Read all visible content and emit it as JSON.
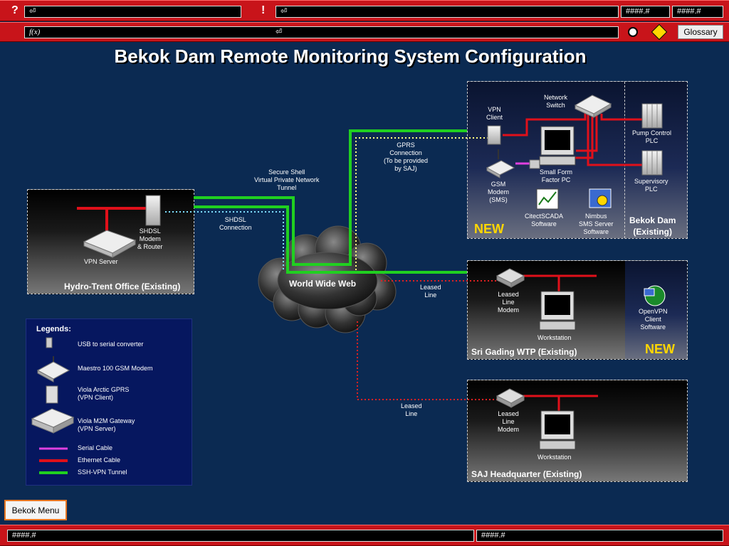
{
  "top_bar": {
    "help_glyph": "?",
    "alarm_glyph": "!",
    "field_left": "⏎",
    "field_center": "⏎",
    "readout_1": "####.#",
    "readout_2": "####.#"
  },
  "second_bar": {
    "fx_label": "f(x)",
    "field_text": "⏎",
    "glossary_label": "Glossary"
  },
  "title": "Bekok Dam Remote Monitoring System Configuration",
  "panels": {
    "hydro": {
      "title": "Hydro-Trent Office (Existing)",
      "vpn_server": "VPN Server",
      "shdsl": "SHDSL\nModem\n& Router"
    },
    "bekok": {
      "title": "Bekok Dam\n(Existing)",
      "new_badge": "NEW",
      "network_switch": "Network\nSwitch",
      "vpn_client": "VPN\nClient",
      "gsm": "GSM\nModem\n(SMS)",
      "pc": "Small Form\nFactor PC",
      "citect": "CitectSCADA\nSoftware",
      "nimbus": "Nimbus\nSMS Server\nSoftware",
      "pump_plc": "Pump Control\nPLC",
      "sup_plc": "Supervisory\nPLC"
    },
    "sri": {
      "title": "Sri Gading WTP (Existing)",
      "new_badge": "NEW",
      "modem": "Leased\nLine\nModem",
      "workstation": "Workstation",
      "openvpn": "OpenVPN\nClient\nSoftware"
    },
    "saj": {
      "title": "SAJ Headquarter (Existing)",
      "modem": "Leased\nLine\nModem",
      "workstation": "Workstation"
    }
  },
  "cloud_label": "World Wide Web",
  "link_labels": {
    "ssh": "Secure Shell\nVirtual Private Network\nTunnel",
    "shdsl": "SHDSL\nConnection",
    "gprs": "GPRS\nConnection\n(To be provided\nby SAJ)",
    "leased1": "Leased\nLine",
    "leased2": "Leased\nLine"
  },
  "legend": {
    "heading": "Legends:",
    "items": [
      "USB to serial converter",
      "Maestro 100 GSM Modem",
      "Viola Arctic GPRS\n(VPN Client)",
      "Viola M2M Gateway\n(VPN Server)",
      "Serial Cable",
      "Ethernet Cable",
      "SSH-VPN Tunnel"
    ]
  },
  "colors": {
    "serial": "#e040e0",
    "ethernet": "#e0101a",
    "tunnel": "#20d020",
    "new_badge": "#ffd700",
    "bar": "#c8141a"
  },
  "bottom_bar": {
    "readout_left": "####.#",
    "readout_right": "####.#"
  },
  "bekok_menu_label": "Bekok Menu"
}
